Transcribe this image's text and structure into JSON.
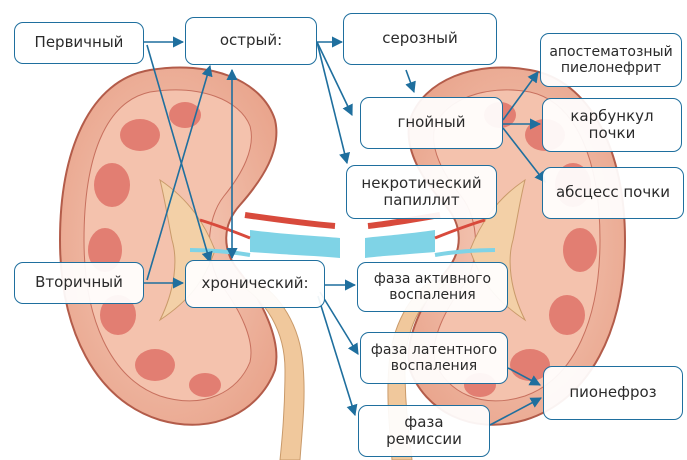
{
  "labels": {
    "primary": "Первичный",
    "secondary": "Вторичный",
    "acute": "острый:",
    "chronic": "хронический:",
    "serous": "серозный",
    "purulent": "гнойный",
    "necrotic": [
      "некротический",
      "папиллит"
    ],
    "apostematous": [
      "апостематозный",
      "пиелонефрит"
    ],
    "carbuncle": [
      "карбункул",
      "почки"
    ],
    "abscess": "абсцесс почки",
    "active_phase": [
      "фаза активного",
      "воспаления"
    ],
    "latent_phase": [
      "фаза латентного",
      "воспаления"
    ],
    "remission_phase": [
      "фаза",
      "ремиссии"
    ],
    "pyonephrosis": "пионефроз"
  },
  "colors": {
    "box_border": "#1f6f9e",
    "arrow": "#1f6f9e",
    "kidney_cortex": "#f2b7a0",
    "kidney_medulla": "#e07a6f",
    "pelvis": "#f3cfa6",
    "vein": "#7fd3e6",
    "artery": "#d84a3c"
  }
}
